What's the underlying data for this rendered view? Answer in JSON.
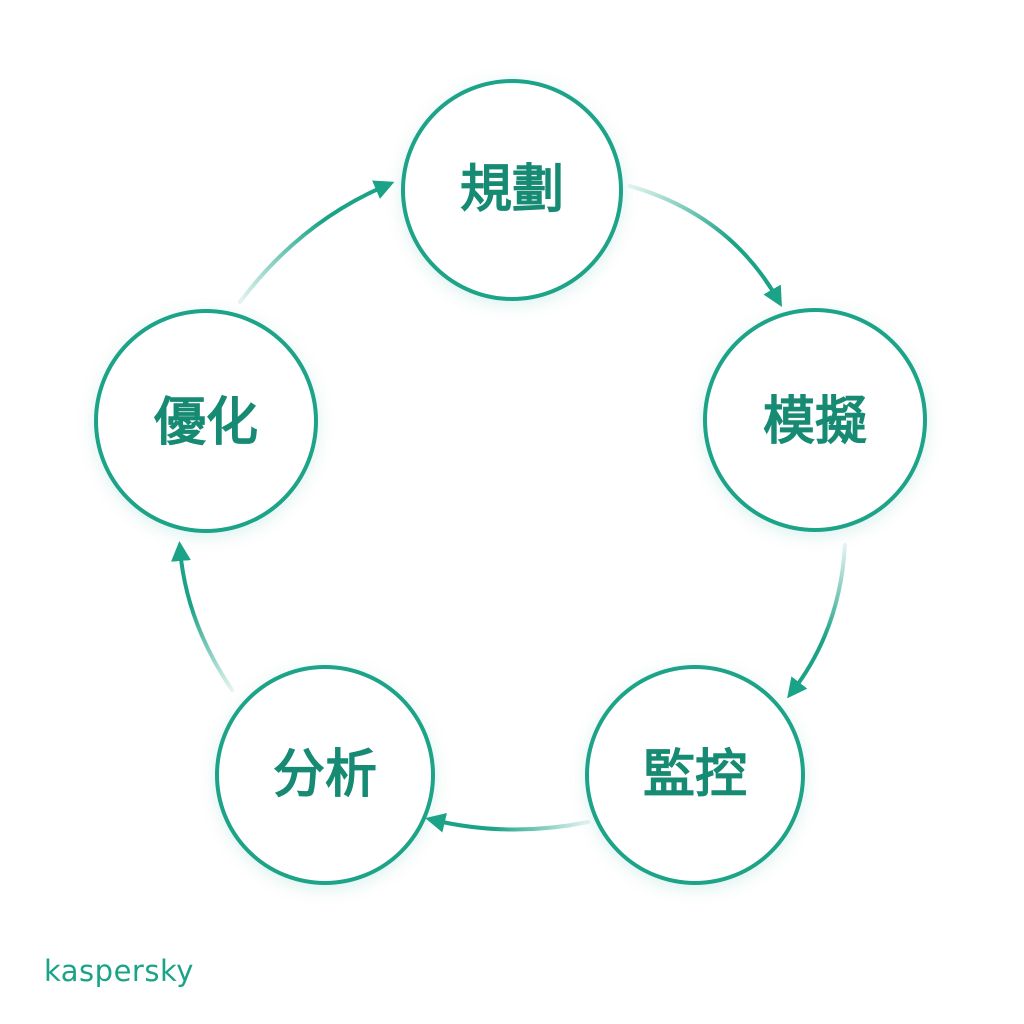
{
  "diagram": {
    "type": "cycle",
    "direction": "clockwise",
    "accent_color": "#1ba388",
    "label_color": "#168a72",
    "nodes": [
      {
        "label": "規劃"
      },
      {
        "label": "模擬"
      },
      {
        "label": "監控"
      },
      {
        "label": "分析"
      },
      {
        "label": "優化"
      }
    ],
    "edges": [
      {
        "from": "規劃",
        "to": "模擬"
      },
      {
        "from": "模擬",
        "to": "監控"
      },
      {
        "from": "監控",
        "to": "分析"
      },
      {
        "from": "分析",
        "to": "優化"
      },
      {
        "from": "優化",
        "to": "規劃"
      }
    ]
  },
  "logo": {
    "text": "kaspersky"
  }
}
